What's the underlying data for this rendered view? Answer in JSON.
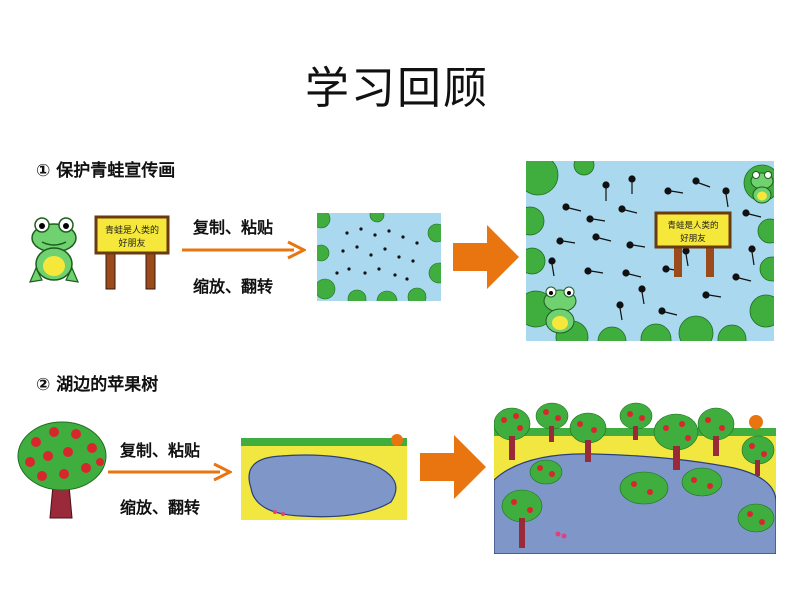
{
  "slide": {
    "title": "学习回顾",
    "section1": {
      "heading": "① 保护青蛙宣传画",
      "action_copy": "复制、粘贴",
      "action_scale": "缩放、翻转",
      "sign_text_line1": "青蛙是人类的",
      "sign_text_line2": "好朋友"
    },
    "section2": {
      "heading": "② 湖边的苹果树",
      "action_copy": "复制、粘贴",
      "action_scale": "缩放、翻转"
    },
    "colors": {
      "arrow_orange": "#e8750f",
      "water_blue": "#a9d8ef",
      "leaf_green": "#3fae3f",
      "lake_blue": "#7f97c8",
      "grass_yellow": "#f2e640",
      "apple_red": "#d8262c"
    }
  }
}
